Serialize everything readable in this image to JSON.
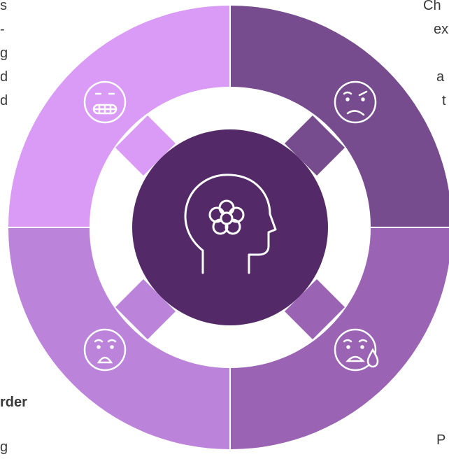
{
  "text_fragments": {
    "top_left": [
      "s",
      "-",
      "g",
      "d",
      "d"
    ],
    "top_right": [
      "Ch",
      "ex",
      "",
      "a",
      "t"
    ],
    "bottom_left_title": "rder",
    "bottom_left_line": "g",
    "bottom_right": "P"
  },
  "colors": {
    "segment_top_left": "#d99bf5",
    "segment_top_right": "#774c8f",
    "segment_bottom_right": "#9a63b4",
    "segment_bottom_left": "#bb83d9",
    "center": "#532a67",
    "background": "#ffffff",
    "text": "#3a3a3a"
  },
  "icons": {
    "center": "head-with-flower-icon",
    "top_left": "grimacing-face-icon",
    "top_right": "frowning-face-icon",
    "bottom_left": "anguished-face-icon",
    "bottom_right": "anxious-sweat-face-icon"
  }
}
